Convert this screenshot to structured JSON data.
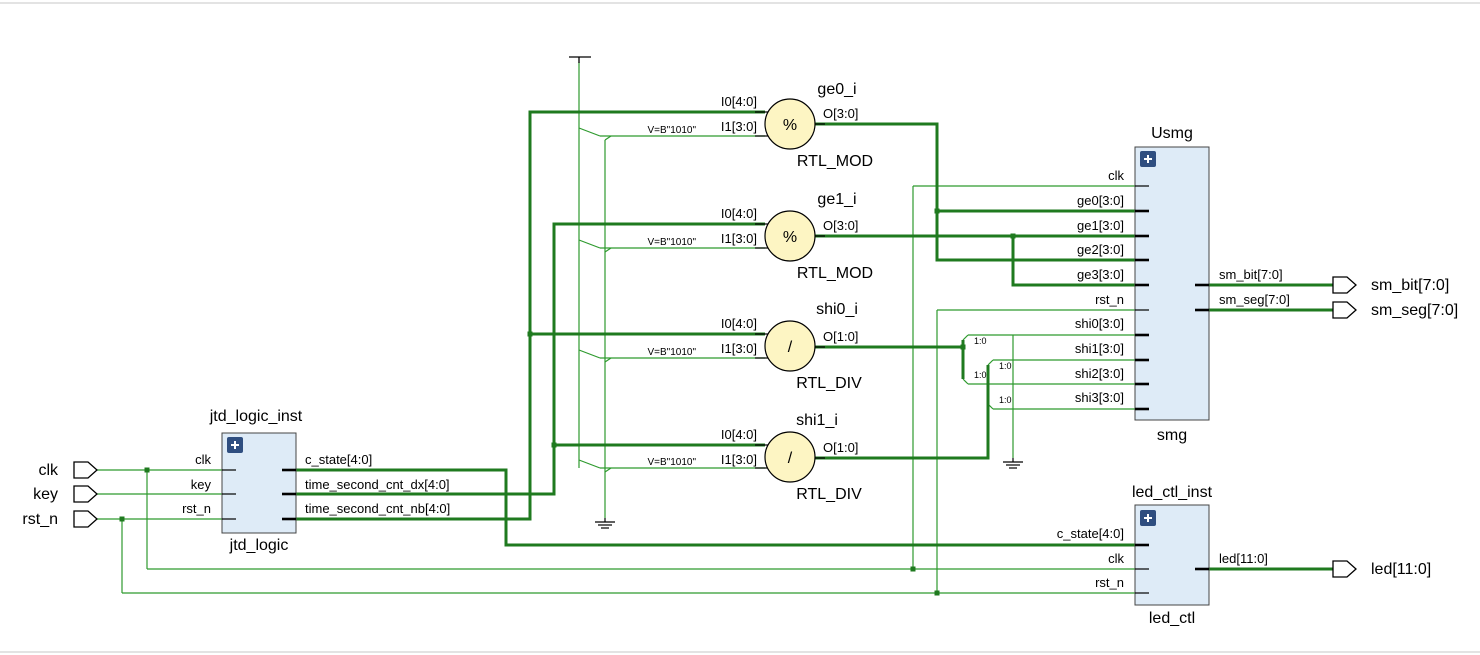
{
  "top_ports": {
    "inputs": [
      "clk",
      "key",
      "rst_n"
    ],
    "outputs": [
      "sm_bit[7:0]",
      "sm_seg[7:0]",
      "led[11:0]"
    ]
  },
  "instances": {
    "jtd": {
      "name": "jtd_logic_inst",
      "type": "jtd_logic",
      "inputs": [
        "clk",
        "key",
        "rst_n"
      ],
      "outputs": [
        "c_state[4:0]",
        "time_second_cnt_dx[4:0]",
        "time_second_cnt_nb[4:0]"
      ]
    },
    "usmg": {
      "name": "Usmg",
      "type": "smg",
      "inputs": [
        "clk",
        "ge0[3:0]",
        "ge1[3:0]",
        "ge2[3:0]",
        "ge3[3:0]",
        "rst_n",
        "shi0[3:0]",
        "shi1[3:0]",
        "shi2[3:0]",
        "shi3[3:0]"
      ],
      "outputs": [
        "sm_bit[7:0]",
        "sm_seg[7:0]"
      ]
    },
    "led": {
      "name": "led_ctl_inst",
      "type": "led_ctl",
      "inputs": [
        "c_state[4:0]",
        "clk",
        "rst_n"
      ],
      "outputs": [
        "led[11:0]"
      ]
    }
  },
  "operators": [
    {
      "name": "ge0_i",
      "symbol": "%",
      "type": "RTL_MOD",
      "in0": "I0[4:0]",
      "in1": "I1[3:0]",
      "out": "O[3:0]",
      "const": "V=B\"1010\""
    },
    {
      "name": "ge1_i",
      "symbol": "%",
      "type": "RTL_MOD",
      "in0": "I0[4:0]",
      "in1": "I1[3:0]",
      "out": "O[3:0]",
      "const": "V=B\"1010\""
    },
    {
      "name": "shi0_i",
      "symbol": "/",
      "type": "RTL_DIV",
      "in0": "I0[4:0]",
      "in1": "I1[3:0]",
      "out": "O[1:0]",
      "const": "V=B\"1010\""
    },
    {
      "name": "shi1_i",
      "symbol": "/",
      "type": "RTL_DIV",
      "in0": "I0[4:0]",
      "in1": "I1[3:0]",
      "out": "O[1:0]",
      "const": "V=B\"1010\""
    }
  ],
  "slice_labels": [
    "1:0",
    "1:0",
    "1:0",
    "1:0"
  ],
  "icons": {
    "expand": "plus-icon",
    "ground": "ground-icon",
    "input_port": "input-port-icon",
    "output_port": "output-port-icon"
  },
  "colors": {
    "wire": "#2e9a2e",
    "bus": "#1f7a1f",
    "block_fill": "#deebf7",
    "operator_fill": "#fdf5c3",
    "expand_button": "#2f4e80"
  }
}
